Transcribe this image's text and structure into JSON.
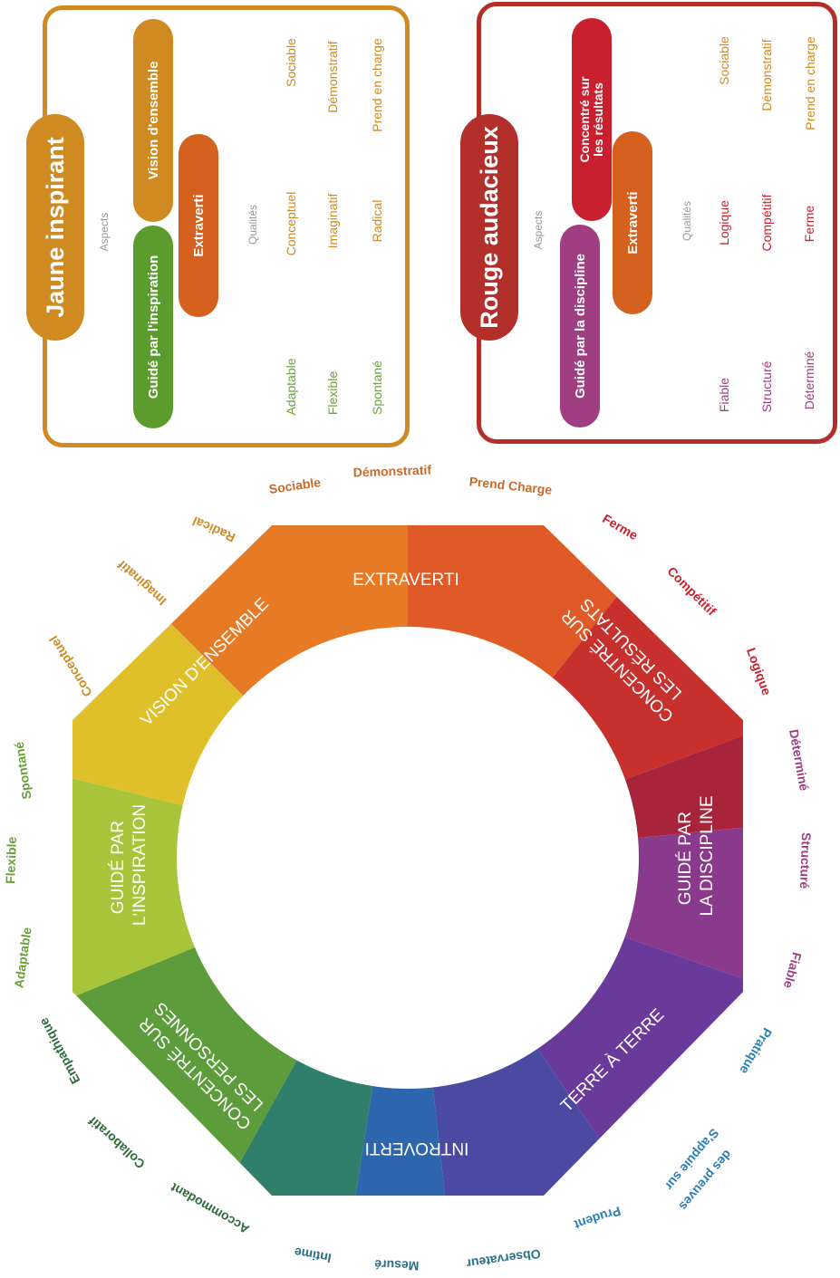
{
  "cards": {
    "yellow": {
      "title": "Jaune inspirant",
      "aspects_label": "Aspects",
      "qualities_label": "Qualités",
      "aspect_top": "Vision d'ensemble",
      "aspect_mid": "Extraverti",
      "aspect_bottom": "Guidé par l'inspiration",
      "qualities": [
        [
          "Sociable",
          "Conceptuel",
          "Adaptable"
        ],
        [
          "Démonstratif",
          "Imaginatif",
          "Flexible"
        ],
        [
          "Prend en charge",
          "Radical",
          "Spontané"
        ]
      ],
      "colors": {
        "border": "#d08a22",
        "title_pill": "#d08a22",
        "aspect_top": "#d08a22",
        "aspect_mid": "#d4611e",
        "aspect_bottom": "#5c9c2e"
      }
    },
    "red": {
      "title": "Rouge audacieux",
      "aspects_label": "Aspects",
      "qualities_label": "Qualités",
      "aspect_top_line1": "Concentré sur",
      "aspect_top_line2": "les résultats",
      "aspect_mid": "Extraverti",
      "aspect_bottom": "Guidé par la discipline",
      "qualities": [
        [
          "Sociable",
          "Logique",
          "Fiable"
        ],
        [
          "Démonstratif",
          "Compétitif",
          "Structuré"
        ],
        [
          "Prend en charge",
          "Ferme",
          "Déterminé"
        ]
      ],
      "colors": {
        "border": "#b3302a",
        "title_pill": "#b3302a",
        "aspect_top": "#c8202e",
        "aspect_mid": "#d4611e",
        "aspect_bottom": "#a03e82"
      }
    }
  },
  "wheel": {
    "segments": {
      "extraverti": "EXTRAVERTI",
      "resultats_line1": "CONCENTRÉ SUR",
      "resultats_line2": "LES RÉSULTATS",
      "discipline_line1": "GUIDÉ PAR",
      "discipline_line2": "LA DISCIPLINE",
      "terre": "TERRE À TERRE",
      "introverti": "INTROVERTI",
      "personnes_line1": "CONCENTRÉ SUR",
      "personnes_line2": "LES PERSONNES",
      "inspiration_line1": "GUIDÉ PAR",
      "inspiration_line2": "L'INSPIRATION",
      "vision": "VISION D'ENSEMBLE"
    },
    "traits": [
      {
        "text": "Sociable",
        "color": "#c9692a"
      },
      {
        "text": "Démonstratif",
        "color": "#c9692a"
      },
      {
        "text": "Prend Charge",
        "color": "#c9692a"
      },
      {
        "text": "Ferme",
        "color": "#c8202e"
      },
      {
        "text": "Compétitif",
        "color": "#c8202e"
      },
      {
        "text": "Logique",
        "color": "#c8202e"
      },
      {
        "text": "Déterminé",
        "color": "#a03e82"
      },
      {
        "text": "Structuré",
        "color": "#a03e82"
      },
      {
        "text": "Fiable",
        "color": "#a03e82"
      },
      {
        "text": "Pratique",
        "color": "#2a7fb8"
      },
      {
        "text": "S'appuie sur",
        "color": "#2a7fb8"
      },
      {
        "text": "des preuves",
        "color": "#2a7fb8"
      },
      {
        "text": "Prudent",
        "color": "#2a7fb8"
      },
      {
        "text": "Observateur",
        "color": "#2a6f88"
      },
      {
        "text": "Mesuré",
        "color": "#2a6f88"
      },
      {
        "text": "Intime",
        "color": "#2a6f88"
      },
      {
        "text": "Accommodant",
        "color": "#2f6b3a"
      },
      {
        "text": "Collaboratif",
        "color": "#2f6b3a"
      },
      {
        "text": "Empathique",
        "color": "#2f6b3a"
      },
      {
        "text": "Adaptable",
        "color": "#6aa23a"
      },
      {
        "text": "Flexible",
        "color": "#6aa23a"
      },
      {
        "text": "Spontané",
        "color": "#6aa23a"
      },
      {
        "text": "Conceptuel",
        "color": "#d08a22"
      },
      {
        "text": "Imaginatif",
        "color": "#d08a22"
      },
      {
        "text": "Radical",
        "color": "#d08a22"
      }
    ]
  }
}
